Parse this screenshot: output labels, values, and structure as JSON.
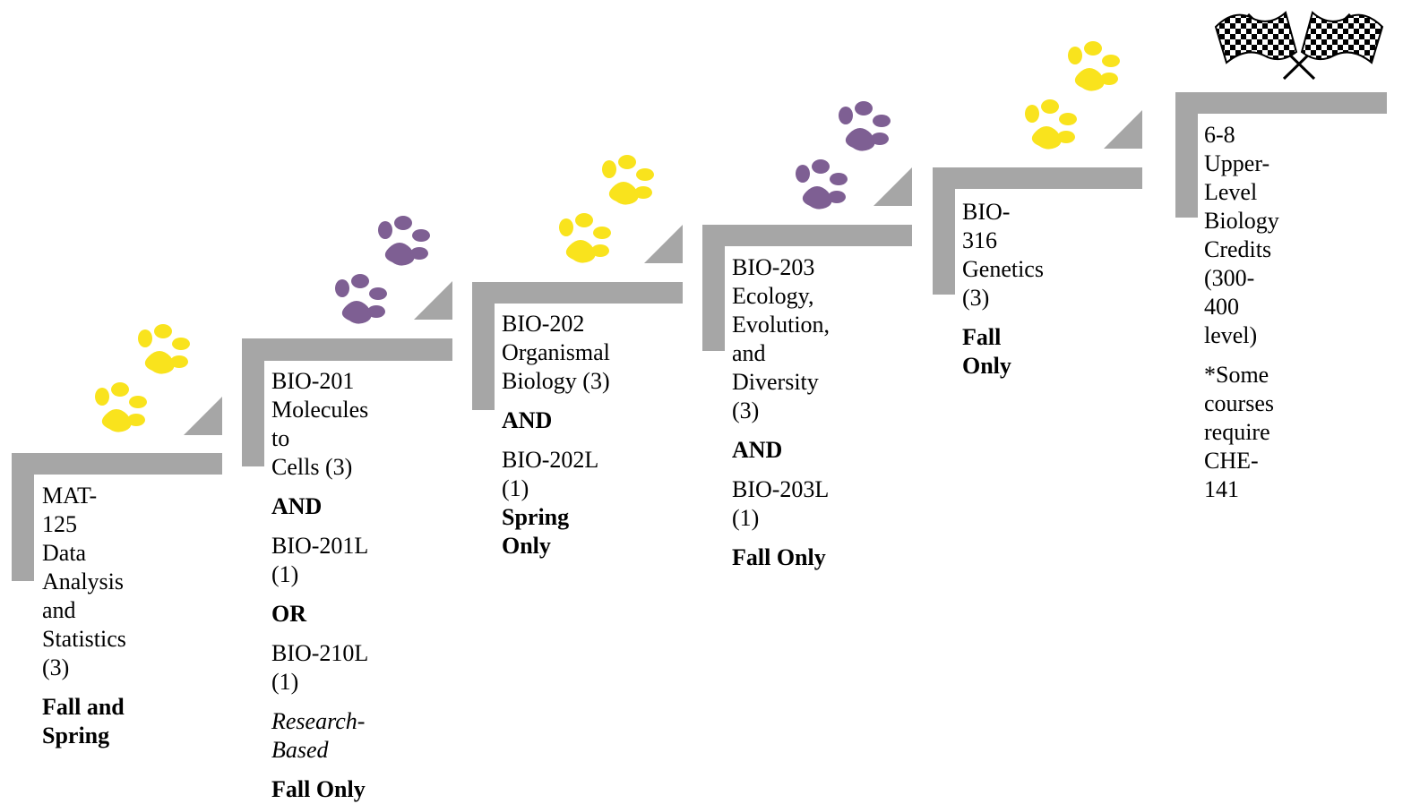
{
  "colors": {
    "bar": "#a6a6a6",
    "paw_yellow": "#f9e31d",
    "paw_purple": "#7e5f93"
  },
  "steps": [
    {
      "lines": [
        {
          "text": "MAT-125 Data",
          "style": "normal"
        },
        {
          "text": "Analysis and",
          "style": "normal"
        },
        {
          "text": "Statistics (3)",
          "style": "normal"
        },
        {
          "text": "Fall and",
          "style": "bold",
          "gap": true
        },
        {
          "text": "Spring",
          "style": "bold"
        }
      ]
    },
    {
      "lines": [
        {
          "text": "BIO-201",
          "style": "normal"
        },
        {
          "text": "Molecules to",
          "style": "normal"
        },
        {
          "text": "Cells (3)",
          "style": "normal"
        },
        {
          "text": "AND",
          "style": "bold",
          "gap": true
        },
        {
          "text": "BIO-201L (1)",
          "style": "normal",
          "gap": true
        },
        {
          "text": "OR",
          "style": "bold",
          "gap": true
        },
        {
          "text": "BIO-210L (1)",
          "style": "normal",
          "gap": true
        },
        {
          "text": "Research-Based",
          "style": "italic",
          "gap": true
        },
        {
          "text": "Fall Only",
          "style": "bold",
          "gap": true
        }
      ]
    },
    {
      "lines": [
        {
          "text": "BIO-202",
          "style": "normal"
        },
        {
          "text": "Organismal",
          "style": "normal"
        },
        {
          "text": "Biology (3)",
          "style": "normal"
        },
        {
          "text": "AND",
          "style": "bold",
          "gap": true
        },
        {
          "text": "BIO-202L (1)",
          "style": "normal",
          "gap": true
        },
        {
          "text": "Spring Only",
          "style": "bold"
        }
      ]
    },
    {
      "lines": [
        {
          "text": "BIO-203",
          "style": "normal"
        },
        {
          "text": "Ecology,",
          "style": "normal"
        },
        {
          "text": "Evolution, and",
          "style": "normal"
        },
        {
          "text": "Diversity (3)",
          "style": "normal"
        },
        {
          "text": "AND",
          "style": "bold",
          "gap": true
        },
        {
          "text": "BIO-203L (1)",
          "style": "normal",
          "gap": true
        },
        {
          "text": "Fall Only",
          "style": "bold",
          "gap": true
        }
      ]
    },
    {
      "lines": [
        {
          "text": "BIO-316",
          "style": "normal"
        },
        {
          "text": "Genetics (3)",
          "style": "normal"
        },
        {
          "text": "Fall Only",
          "style": "bold",
          "gap": true
        }
      ]
    },
    {
      "lines": [
        {
          "text": "6-8 Upper-Level",
          "style": "normal"
        },
        {
          "text": "Biology Credits",
          "style": "normal"
        },
        {
          "text": "(300-400 level)",
          "style": "normal"
        },
        {
          "text": "*Some courses",
          "style": "normal",
          "gap": true
        },
        {
          "text": "require CHE-141",
          "style": "normal"
        }
      ]
    }
  ],
  "paws": [
    "yellow",
    "purple",
    "yellow",
    "purple",
    "yellow"
  ],
  "icons": {
    "finish": "checkered-flags-icon",
    "paw": "paw-print-icon"
  }
}
